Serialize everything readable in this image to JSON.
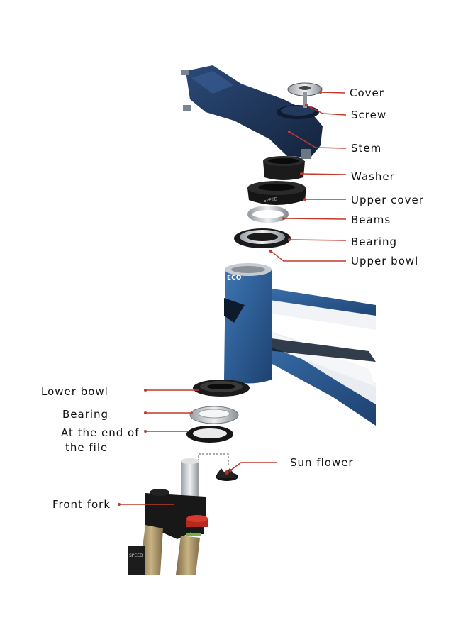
{
  "labels": {
    "cover": "Cover",
    "screw": "Screw",
    "stem": "Stem",
    "washer": "Washer",
    "upper_cover": "Upper cover",
    "beams": "Beams",
    "bearing_top": "Bearing",
    "upper_bowl": "Upper bowl",
    "lower_bowl": "Lower bowl",
    "bearing_bottom": "Bearing",
    "end_of_file_line1": "At the end of",
    "end_of_file_line2": "the file",
    "sun_flower": "Sun flower",
    "front_fork": "Front fork"
  },
  "colors": {
    "leader_line": "#c0392b",
    "frame_blue": "#2f5f96",
    "frame_white": "#eef1f4",
    "stem_blue": "#1f3556",
    "black_part": "#1a1a1a",
    "fork_gold": "#a8936a",
    "fork_red": "#b52a1f"
  }
}
